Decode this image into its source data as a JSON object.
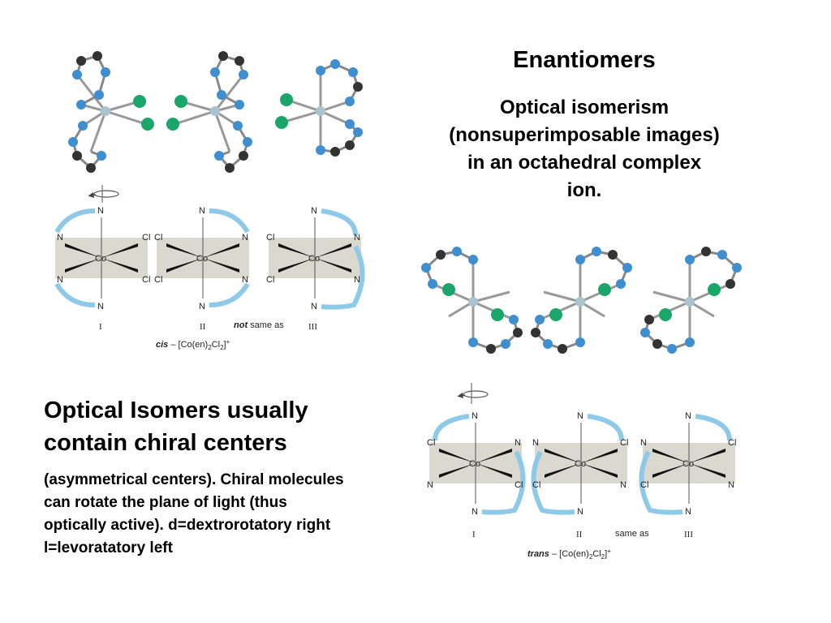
{
  "title": "Enantiomers",
  "subtitle_lines": [
    "Optical isomerism",
    "(nonsuperimposable images)",
    "in an octahedral complex",
    "ion."
  ],
  "heading_lines": [
    "Optical Isomers usually",
    "contain chiral centers"
  ],
  "body_lines": [
    "(asymmetrical centers).  Chiral molecules",
    "can rotate the plane of light (thus",
    "optically active).  d=dextrorotatory  right",
    "l=levoratatory left"
  ],
  "atoms": {
    "N": "N",
    "Cl": "Cl",
    "Co": "Co"
  },
  "cis": {
    "numerals": [
      "I",
      "II",
      "III"
    ],
    "comparison_emph": "not",
    "comparison_rest": "same as",
    "formula_prefix": "cis",
    "formula_dash": " – [Co(en)",
    "formula_sub1": "2",
    "formula_mid": "Cl",
    "formula_sub2": "2",
    "formula_end": "]",
    "formula_sup": "+"
  },
  "trans": {
    "numerals": [
      "I",
      "II",
      "III"
    ],
    "comparison": "same as",
    "formula_prefix": "trans",
    "formula_dash": " – [Co(en)",
    "formula_sub1": "2",
    "formula_mid": "Cl",
    "formula_sub2": "2",
    "formula_end": "]",
    "formula_sup": "+"
  },
  "colors": {
    "nitrogen": "#3f8fd0",
    "carbon": "#333333",
    "chlorine": "#1aa66a",
    "cobalt": "#a9c3d0",
    "bond": "#9a9a9a",
    "ring_arc": "#8ec9e8",
    "plane": "#d9d9cf"
  }
}
